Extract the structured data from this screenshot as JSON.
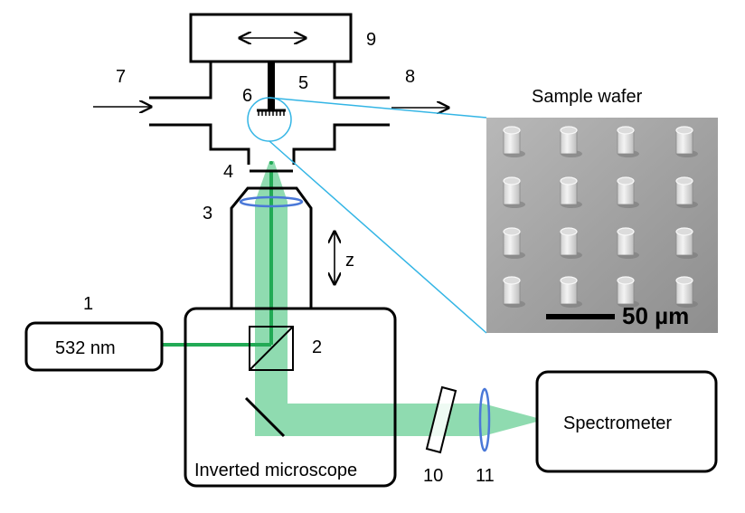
{
  "labels": {
    "laser": "532 nm",
    "spectrometer": "Spectrometer",
    "microscope": "Inverted microscope",
    "sample": "Sample wafer",
    "scalebar": "50 µm",
    "z_axis": "z"
  },
  "component_numbers": {
    "n1": "1",
    "n2": "2",
    "n3": "3",
    "n4": "4",
    "n5": "5",
    "n6": "6",
    "n7": "7",
    "n8": "8",
    "n9": "9",
    "n10": "10",
    "n11": "11"
  },
  "colors": {
    "beam": "#8fdbb0",
    "laser_beam": "#22aa55",
    "lens": "#4a78d8",
    "zoom_lines": "#33b5e5",
    "outline": "#000000",
    "sem_background": "#a9a9a9"
  },
  "icons": {
    "stage_arrow": "double-horizontal-arrow-icon",
    "z_arrow": "double-vertical-arrow-icon",
    "beamsplitter": "beamsplitter-cube-icon",
    "mirror": "mirror-icon"
  }
}
